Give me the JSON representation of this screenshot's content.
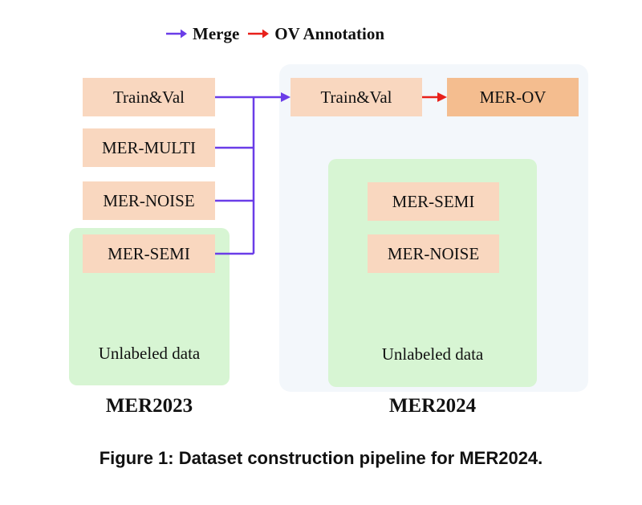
{
  "legend": {
    "items": [
      {
        "label": "Merge",
        "color": "#6a3de8",
        "icon": "purple-arrow"
      },
      {
        "label": "OV Annotation",
        "color": "#e8201a",
        "icon": "red-arrow"
      }
    ]
  },
  "mer2023": {
    "title": "MER2023",
    "boxes": {
      "train_val": "Train&Val",
      "multi": "MER-MULTI",
      "noise": "MER-NOISE",
      "semi": "MER-SEMI"
    },
    "unlabeled": "Unlabeled data"
  },
  "mer2024": {
    "title": "MER2024",
    "boxes": {
      "train_val": "Train&Val",
      "ov": "MER-OV",
      "semi": "MER-SEMI",
      "noise": "MER-NOISE"
    },
    "unlabeled": "Unlabeled data"
  },
  "caption": "Figure 1: Dataset construction pipeline for MER2024.",
  "colors": {
    "box": "#f9d7bf",
    "box_ov": "#f4bd8f",
    "unlabeled_bg": "#d7f5d3",
    "panel_bg": "#f3f7fb",
    "merge": "#6a3de8",
    "annotation": "#e8201a"
  }
}
